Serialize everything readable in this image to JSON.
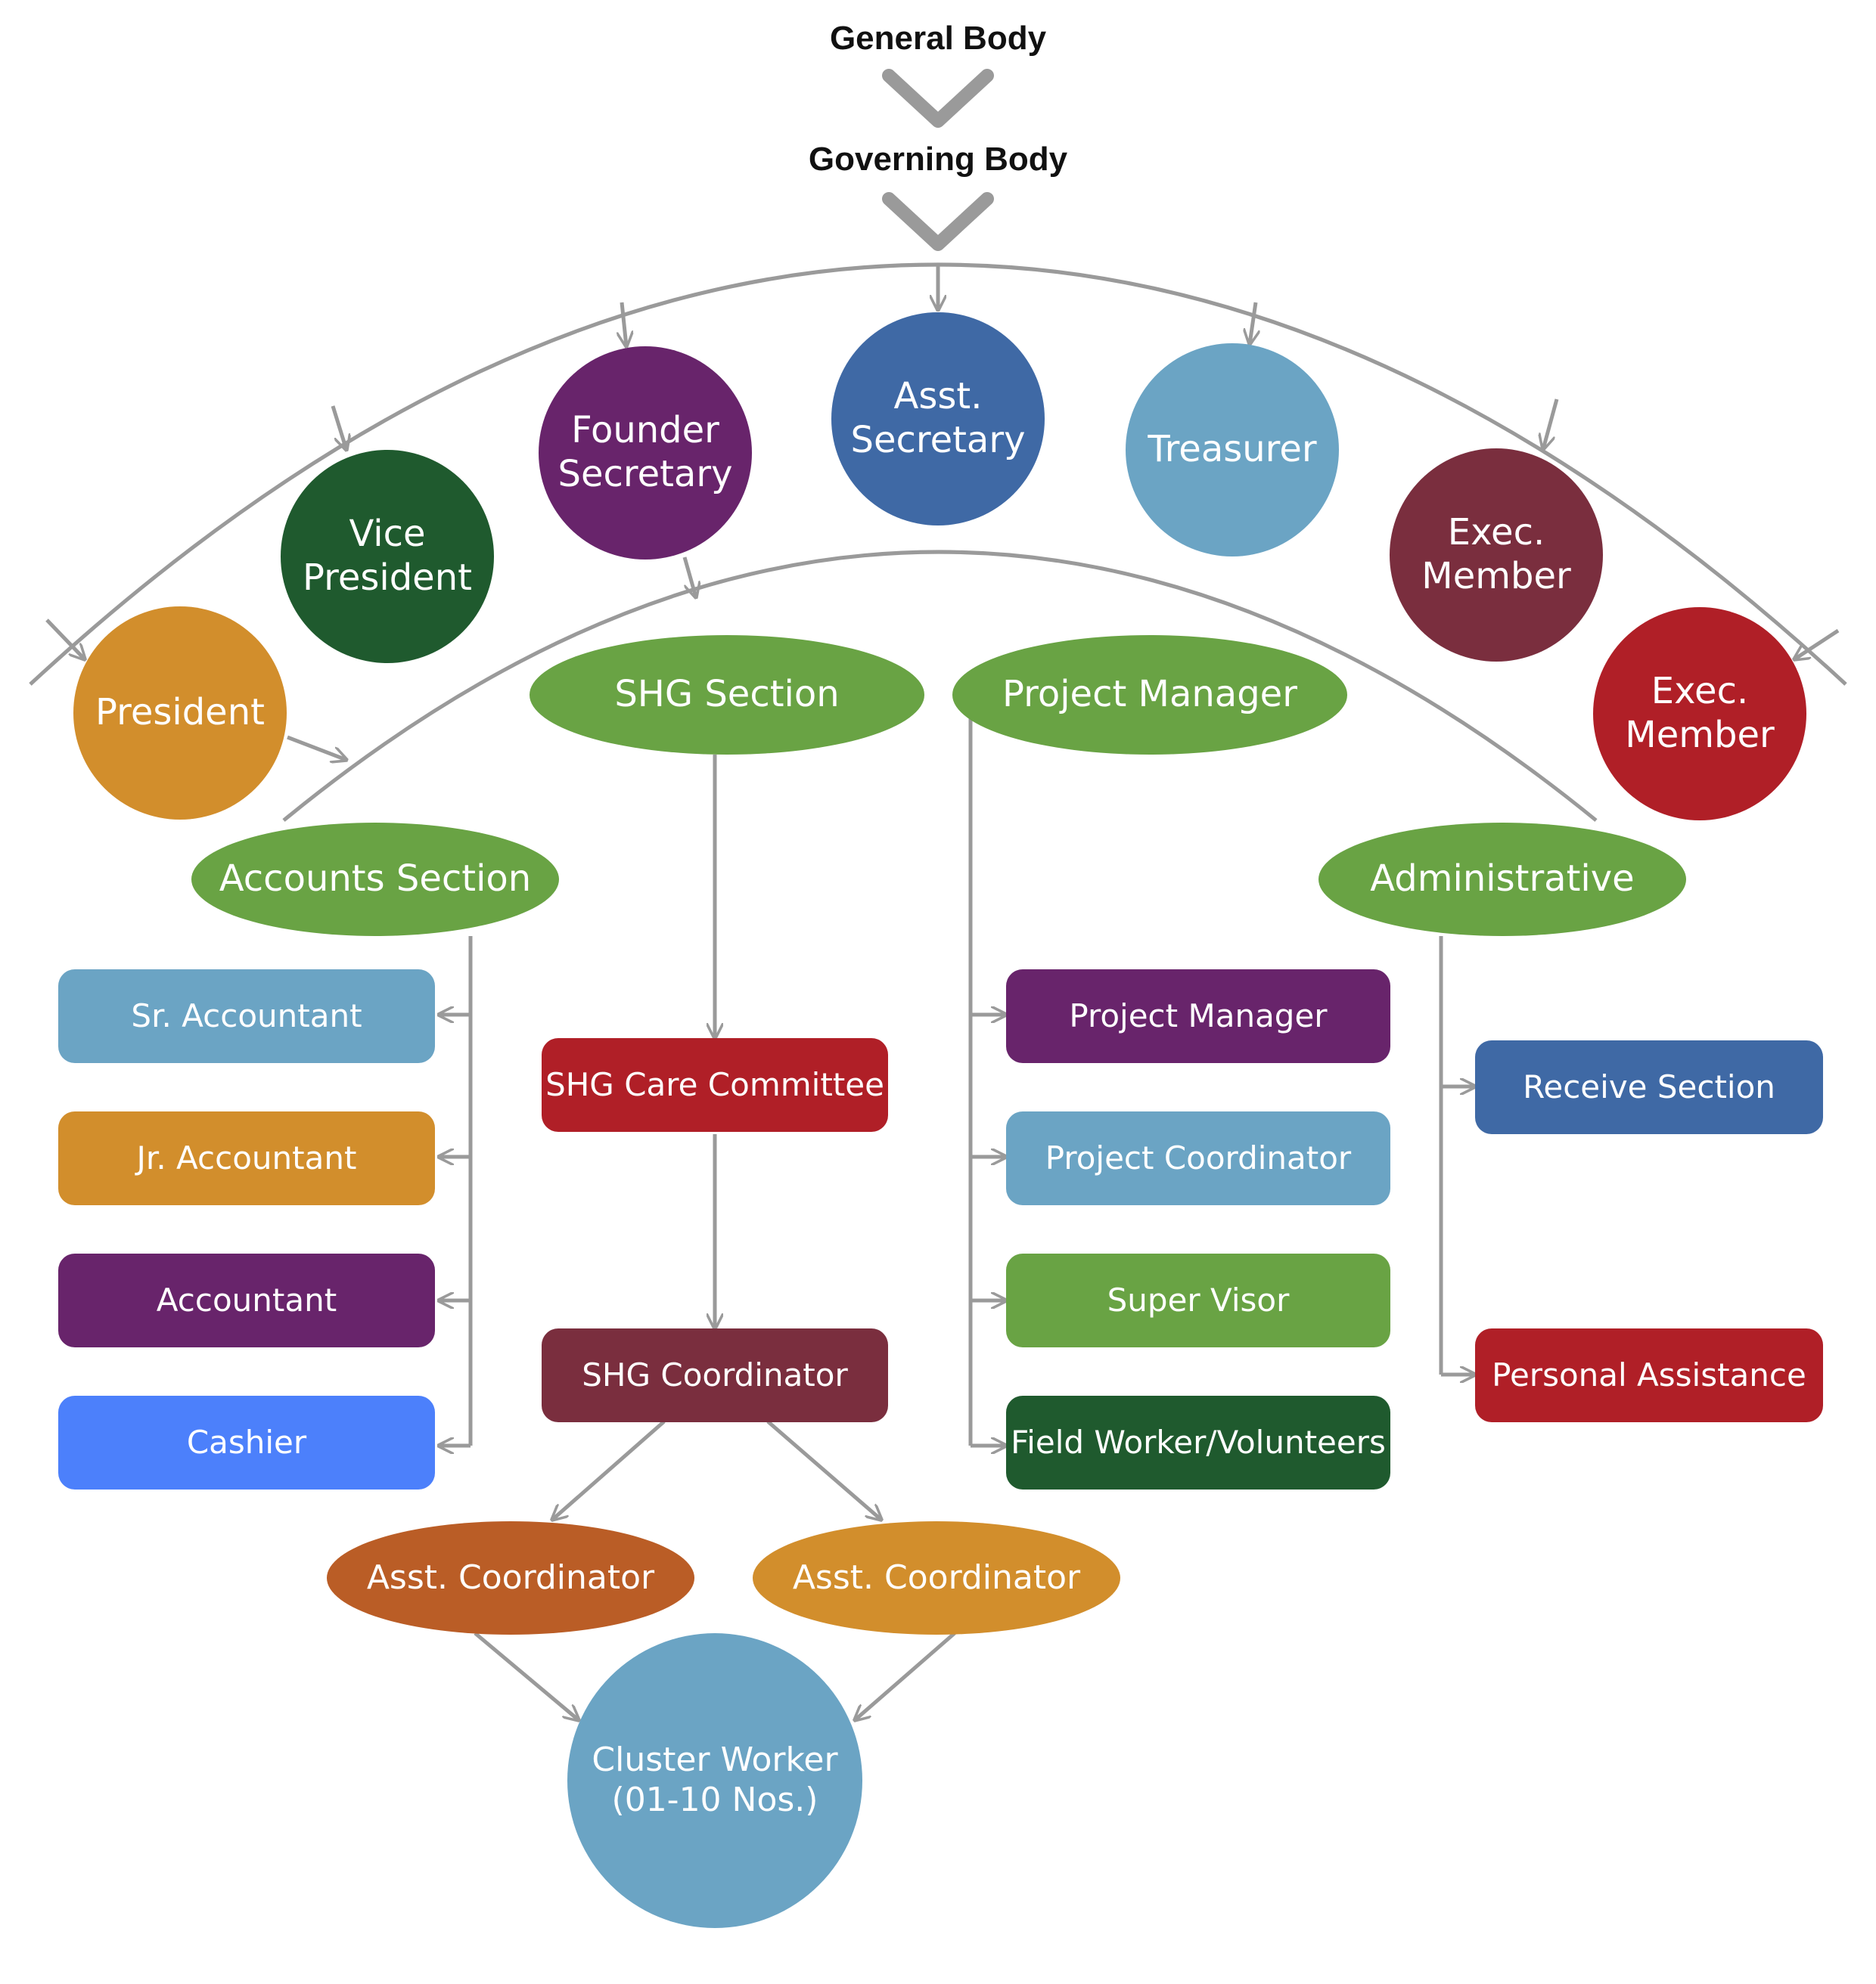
{
  "headers": {
    "general_body": "General Body",
    "governing_body": "Governing Body"
  },
  "officers": {
    "president": "President",
    "vice_president": "Vice\nPresident",
    "founder_secretary": "Founder\nSecretary",
    "asst_secretary": "Asst.\nSecretary",
    "treasurer": "Treasurer",
    "exec_member_1": "Exec.\nMember",
    "exec_member_2": "Exec.\nMember"
  },
  "sections": {
    "shg_section": "SHG Section",
    "project_manager": "Project Manager",
    "accounts_section": "Accounts Section",
    "administrative": "Administrative"
  },
  "accounts": {
    "sr_accountant": "Sr. Accountant",
    "jr_accountant": "Jr. Accountant",
    "accountant": "Accountant",
    "cashier": "Cashier"
  },
  "shg": {
    "care_committee": "SHG Care Committee",
    "coordinator": "SHG Coordinator",
    "asst_coordinator_1": "Asst. Coordinator",
    "asst_coordinator_2": "Asst. Coordinator",
    "cluster_worker": "Cluster Worker\n(01-10 Nos.)"
  },
  "projects": {
    "project_manager": "Project Manager",
    "project_coordinator": "Project Coordinator",
    "super_visor": "Super Visor",
    "field_worker": "Field Worker/Volunteers"
  },
  "admin": {
    "receive_section": "Receive Section",
    "personal_assistance": "Personal Assistance"
  },
  "colors": {
    "connector": "#9a9a9a",
    "orange": "#d28e2c",
    "dark_green": "#1f5a2e",
    "purple": "#68246b",
    "blue": "#3f69a5",
    "light_blue": "#6ba4c4",
    "maroon": "#7a2e3e",
    "red": "#b01f27",
    "green": "#69a344",
    "bright_blue": "#4c80fb",
    "burnt_orange": "#ba5d26"
  }
}
